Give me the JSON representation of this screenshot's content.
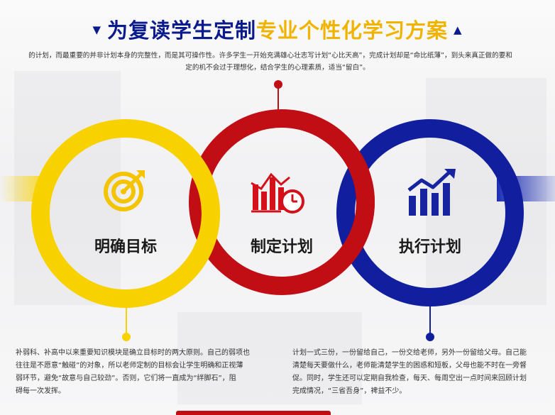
{
  "title": {
    "part1": "为复读学生定制",
    "part2": "专业个性化学习方案",
    "left_marker": "▼",
    "right_marker": "▲"
  },
  "intro": {
    "line1": "的计划，而最重要的并非计划本身的完整性，而是其可操作性。许多学生一开始充满雄心壮志写计划“心比天高”，完成计划却是“命比纸薄”，到头来真正做的要和",
    "line2": "定的机不会过于理想化，结合学生的心理素质，适当“留白”。"
  },
  "steps": [
    {
      "label": "明确目标",
      "icon": "target-icon",
      "color": "#f8d100"
    },
    {
      "label": "制定计划",
      "icon": "bar-chart-clock-icon",
      "color": "#c10d14"
    },
    {
      "label": "执行计划",
      "icon": "growth-chart-icon",
      "color": "#111f9e"
    }
  ],
  "descriptions": {
    "goal": {
      "line1": "补弱科、补高中以来重要知识模块是确立目标时的两大原则。自己的弱项也",
      "line2": "往往是不愿意“触碰”的对象，所以老师定制的目标会让学生明确和正视薄",
      "line3": "弱环节，避免“故意与自己较劲”。否则，它们将一直成为“绊脚石”，阻",
      "line4": "碍每一次发挥。"
    },
    "execute": {
      "line1": "计划一式三份，一份留给自己，一份交给老师，另外一份留给父母。自己能",
      "line2": "清楚每天要做什么，老师能清楚学生的困惑和短板，父母也能不时在一旁督",
      "line3": "促。同时，学生还可以定期自我检查，每天、每周空出一点时间来回顾计划",
      "line4": "完成情况，“三省吾身”，裨益不少。"
    }
  },
  "colors": {
    "yellow": "#f8d100",
    "red": "#c10d14",
    "blue": "#111f9e",
    "title_blue": "#0c1b8c",
    "title_gold": "#f0b400"
  }
}
